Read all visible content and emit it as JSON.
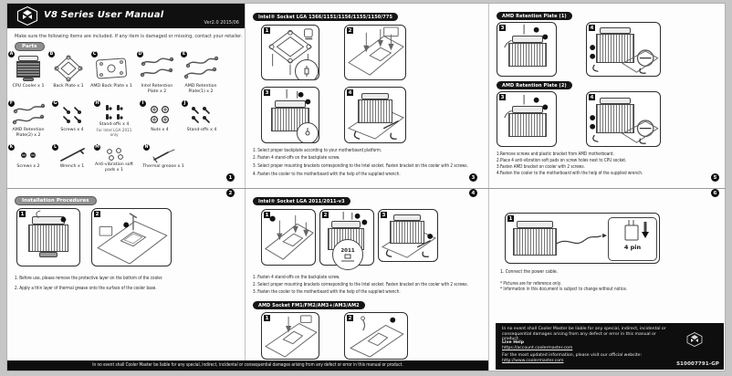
{
  "header": {
    "title": "V8 Series User Manual",
    "version": "Ver2.0 2015/06"
  },
  "page1": {
    "page_no": "1",
    "intro": "Make sure the following items are included. If any item is damaged or missing, contact your retailer.",
    "section_label": "Parts",
    "parts": [
      {
        "id": "A",
        "caption": "CPU Cooler x 1"
      },
      {
        "id": "B",
        "caption": "Back Plate x 1"
      },
      {
        "id": "C",
        "caption": "AMD Back Plate x 1"
      },
      {
        "id": "D",
        "caption": "Intel Retention Plate x 2"
      },
      {
        "id": "E",
        "caption": "AMD Retention Plate(1) x 2"
      },
      {
        "id": "F",
        "caption": "AMD Retention Plate(2) x 2"
      },
      {
        "id": "G",
        "caption": "Screws x 4"
      },
      {
        "id": "H",
        "caption": "Stand-offs x 4",
        "note": "For Intel LGA 2011 only"
      },
      {
        "id": "I",
        "caption": "Nuts x 4"
      },
      {
        "id": "J",
        "caption": "Stand-offs x 4"
      },
      {
        "id": "K",
        "caption": "Screws x 2"
      },
      {
        "id": "L",
        "caption": "Wrench x 1"
      },
      {
        "id": "M",
        "caption": "Anti-vibration soft pads x 1"
      },
      {
        "id": "N",
        "caption": "Thermal grease x 1"
      }
    ]
  },
  "page2": {
    "page_no": "2",
    "section_label": "Installation Procedures",
    "frames": [
      {
        "step": "1"
      },
      {
        "step": "2"
      }
    ],
    "lines": [
      "1. Before use, please remove the protective layer on the bottom of the cooler.",
      "2. Apply a thin layer of thermal grease onto the surface of the cooler base."
    ]
  },
  "page3": {
    "page_no": "3",
    "heading": "Intel® Socket LGA 1366/1151/1156/1155/1150/775",
    "frames": [
      {
        "step": "1"
      },
      {
        "step": "2"
      },
      {
        "step": "3"
      },
      {
        "step": "4"
      }
    ],
    "lines": [
      "1. Select proper backplate according to your motherboard platform.",
      "2. Fasten 4 stand-offs on the backplate screw.",
      "3. Select proper mounting brackets corresponding to the Intel socket. Fasten bracket on the cooler with 2 screws.",
      "4. Fasten the cooler to the motherboard with the help of the supplied wrench."
    ]
  },
  "page4": {
    "page_no": "4",
    "heading_intel": "Intel® Socket LGA 2011/2011-v3",
    "callout": "2011",
    "frames_intel": [
      {
        "step": "1"
      },
      {
        "step": "2"
      },
      {
        "step": "3"
      }
    ],
    "lines": [
      "1. Fasten 4 stand-offs on the backplate screw.",
      "2. Select proper mounting brackets corresponding to the Intel socket. Fasten bracket on the cooler with 2 screws.",
      "3. Fasten the cooler to the motherboard with the help of the supplied wrench."
    ],
    "heading_amd": "AMD Socket FM1/FM2/AM3+/AM3/AM2",
    "frames_amd": [
      {
        "step": "1"
      },
      {
        "step": "2"
      }
    ]
  },
  "page5": {
    "page_no": "5",
    "heading_plate1": "AMD Retention Plate (1)",
    "heading_plate2": "AMD Retention Plate (2)",
    "frames_plate1": [
      {
        "step": "3"
      },
      {
        "step": "4"
      }
    ],
    "frames_plate2": [
      {
        "step": "3"
      },
      {
        "step": "4"
      }
    ],
    "lines": [
      "1.Remove screws and plastic bracket from AMD motherboard.",
      "2.Place 4 anti-vibration soft pads on screw holes next to CPU socket.",
      "3.Fasten AMD bracket on cooler with 2 screws.",
      "4.Fasten the cooler to the motherboard with the help of the supplied wrench."
    ]
  },
  "page6": {
    "page_no": "6",
    "frame_step": "1",
    "connector_label": "4 pin",
    "line": "1. Connect the power cable.",
    "notes": [
      "* Pictures are for reference only.",
      "* Information in this document is subject to change without notice."
    ]
  },
  "footer": {
    "strip": "In no event shall Cooler Master be liable for any special, indirect, incidental or consequential damages arising from any defect or error in this manual or product.",
    "box": {
      "disclaimer": "In no event shall Cooler Master be liable for any special, indirect, incidental or consequential damages arising from any defect or error in this manual or product.",
      "live_help_label": "Live Help",
      "live_help_url": "https://account.coolermaster.com",
      "website_prefix": "For the most updated information, please visit our official website: ",
      "website_url": "http://www.coolermaster.com",
      "part_code": "S10007791-GP"
    }
  }
}
